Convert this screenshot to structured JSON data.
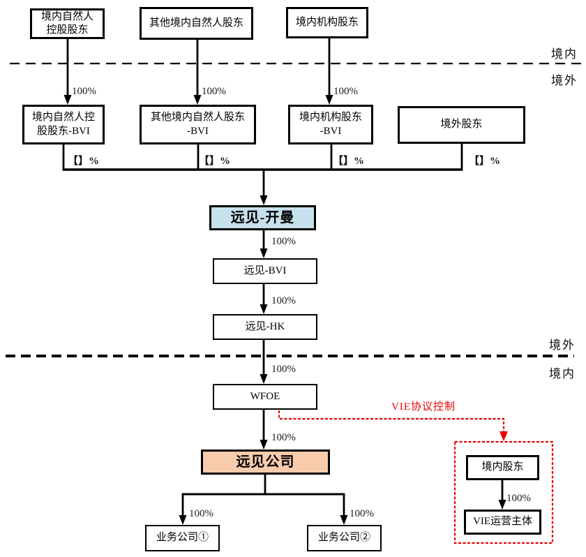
{
  "colors": {
    "cayman_fill": "#c6e0ec",
    "company_fill": "#f8cbad",
    "vie_red": "#e90000",
    "line_black": "#000000"
  },
  "nodes": [
    {
      "id": "domestic-natural-controlling-shareholder",
      "label": "境内自然人\n控股股东"
    },
    {
      "id": "other-domestic-natural-shareholders",
      "label": "其他境内自然人股东"
    },
    {
      "id": "domestic-institutional-shareholders",
      "label": "境内机构股东"
    },
    {
      "id": "domestic-natural-controlling-shareholder-bvi",
      "label": "境内自然人控\n股股东-BVI"
    },
    {
      "id": "other-domestic-natural-shareholders-bvi",
      "label": "其他境内自然人股东\n-BVI"
    },
    {
      "id": "domestic-institutional-shareholders-bvi",
      "label": "境内机构股东\n-BVI"
    },
    {
      "id": "overseas-shareholders",
      "label": "境外股东"
    },
    {
      "id": "yuanjian-cayman",
      "label": "远见-开曼"
    },
    {
      "id": "yuanjian-bvi",
      "label": "远见-BVI"
    },
    {
      "id": "yuanjian-hk",
      "label": "远见-HK"
    },
    {
      "id": "wfoe",
      "label": "WFOE"
    },
    {
      "id": "yuanjian-company",
      "label": "远见公司"
    },
    {
      "id": "business-company-1",
      "label": "业务公司①"
    },
    {
      "id": "business-company-2",
      "label": "业务公司②"
    },
    {
      "id": "domestic-shareholders",
      "label": "境内股东"
    },
    {
      "id": "vie-operating-entity",
      "label": "VIE运营主体"
    }
  ],
  "edge_labels": [
    {
      "text": "100%"
    },
    {
      "text": "100%"
    },
    {
      "text": "100%"
    },
    {
      "text": "【】%"
    },
    {
      "text": "【】%"
    },
    {
      "text": "【】%"
    },
    {
      "text": "【】%"
    },
    {
      "text": "100%"
    },
    {
      "text": "100%"
    },
    {
      "text": "100%"
    },
    {
      "text": "100%"
    },
    {
      "text": "100%"
    },
    {
      "text": "100%"
    },
    {
      "text": "100%"
    }
  ],
  "region_labels": [
    {
      "text": "境内"
    },
    {
      "text": "境外"
    },
    {
      "text": "境外"
    },
    {
      "text": "境内"
    }
  ],
  "vie_control_label": "VIE协议控制"
}
